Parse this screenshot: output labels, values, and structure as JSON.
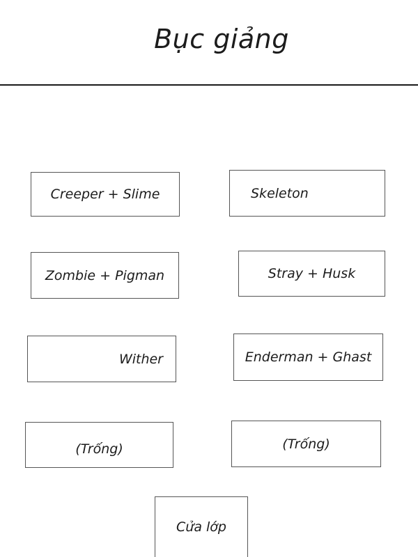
{
  "title": "Bục giảng",
  "seats": [
    {
      "id": "creeper-slime",
      "label": "Creeper + Slime"
    },
    {
      "id": "skeleton",
      "label": "Skeleton"
    },
    {
      "id": "zombie-pigman",
      "label": "Zombie + Pigman"
    },
    {
      "id": "stray-husk",
      "label": "Stray + Husk"
    },
    {
      "id": "wither",
      "label": "Wither"
    },
    {
      "id": "enderman-ghast",
      "label": "Enderman + Ghast"
    },
    {
      "id": "empty-left",
      "label": "(Trống)"
    },
    {
      "id": "empty-right",
      "label": "(Trống)"
    }
  ],
  "door": {
    "label": "Cửa lớp"
  },
  "colors": {
    "background": "#ffffff",
    "box_border": "#555555",
    "text": "#1c1c1c",
    "divider": "#1a1a1a"
  }
}
